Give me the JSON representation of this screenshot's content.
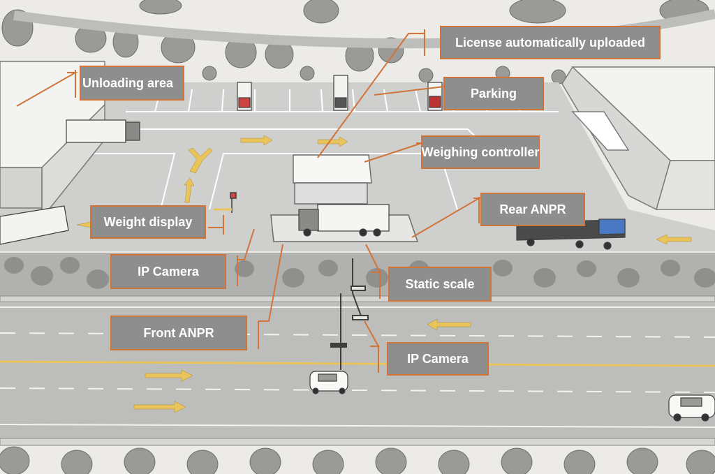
{
  "labels": {
    "license": "License automatically uploaded",
    "unloading": "Unloading area",
    "parking": "Parking",
    "weighing_controller": "Weighing controller",
    "rear_anpr": "Rear ANPR",
    "weight_display": "Weight display",
    "ip_camera_top": "IP Camera",
    "static_scale": "Static scale",
    "front_anpr": "Front ANPR",
    "ip_camera_bottom": "IP Camera"
  },
  "colors": {
    "callout": "#d0743a",
    "label_bg": "#8e8e8e",
    "arrow": "#e8c45a",
    "road": "#bdbdbb",
    "yard": "#cfcfcd"
  }
}
